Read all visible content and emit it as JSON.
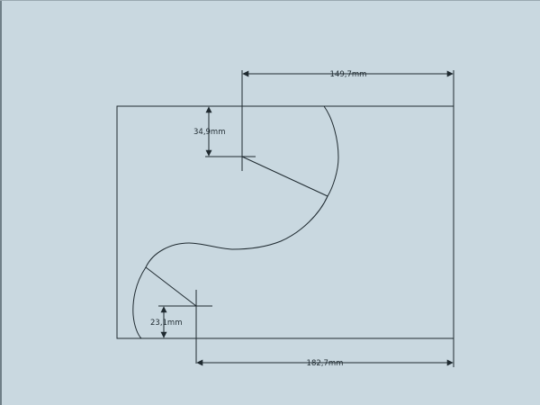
{
  "drawing": {
    "dimensions": {
      "top_width": "149,7mm",
      "bottom_width": "182,7mm",
      "top_offset": "34,9mm",
      "bottom_offset": "23,1mm"
    }
  },
  "colors": {
    "background": "#c9d8e0",
    "line": "#1f2a30",
    "frame": "#6f7f87"
  }
}
